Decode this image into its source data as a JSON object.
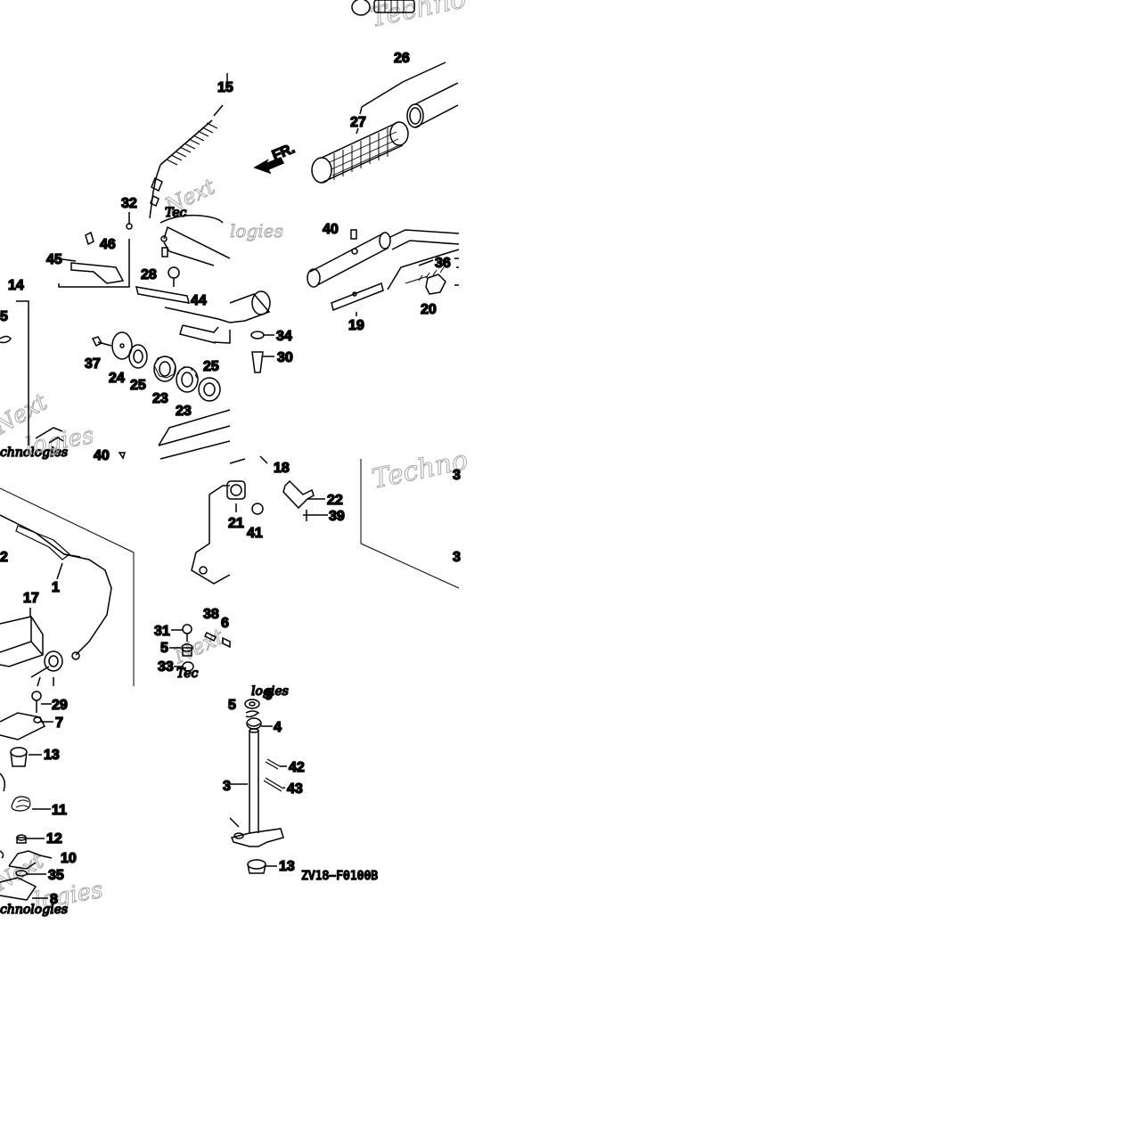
{
  "diagram": {
    "code": "ZV18−F0100B",
    "front_marker": "FR.",
    "watermark_text": [
      "Techno",
      "Next",
      "Tec",
      "logies",
      "chnologies",
      "Technologies"
    ],
    "callouts": {
      "c1": "1",
      "c2": "2",
      "c4": "4",
      "c5a": "5",
      "c5b": "5",
      "c6": "6",
      "c7": "7",
      "c8": "8",
      "c9": "9",
      "c10": "10",
      "c11": "11",
      "c12": "12",
      "c13a": "13",
      "c13b": "13",
      "c14": "14",
      "c15": "15",
      "c17": "17",
      "c18": "18",
      "c19": "19",
      "c20": "20",
      "c21": "21",
      "c22": "22",
      "c23a": "23",
      "c23b": "23",
      "c24": "24",
      "c25a": "25",
      "c25b": "25",
      "c26": "26",
      "c27": "27",
      "c28": "28",
      "c29": "29",
      "c30": "30",
      "c31": "31",
      "c32": "32",
      "c33": "33",
      "c34": "34",
      "c35": "35",
      "c36": "36",
      "c37": "37",
      "c38": "38",
      "c39": "39",
      "c40a": "40",
      "c40b": "40",
      "c41": "41",
      "c42": "42",
      "c43": "43",
      "c44": "44",
      "c45": "45",
      "c46": "46",
      "c3a": "3",
      "c3b": "3",
      "c3c": "3"
    }
  }
}
